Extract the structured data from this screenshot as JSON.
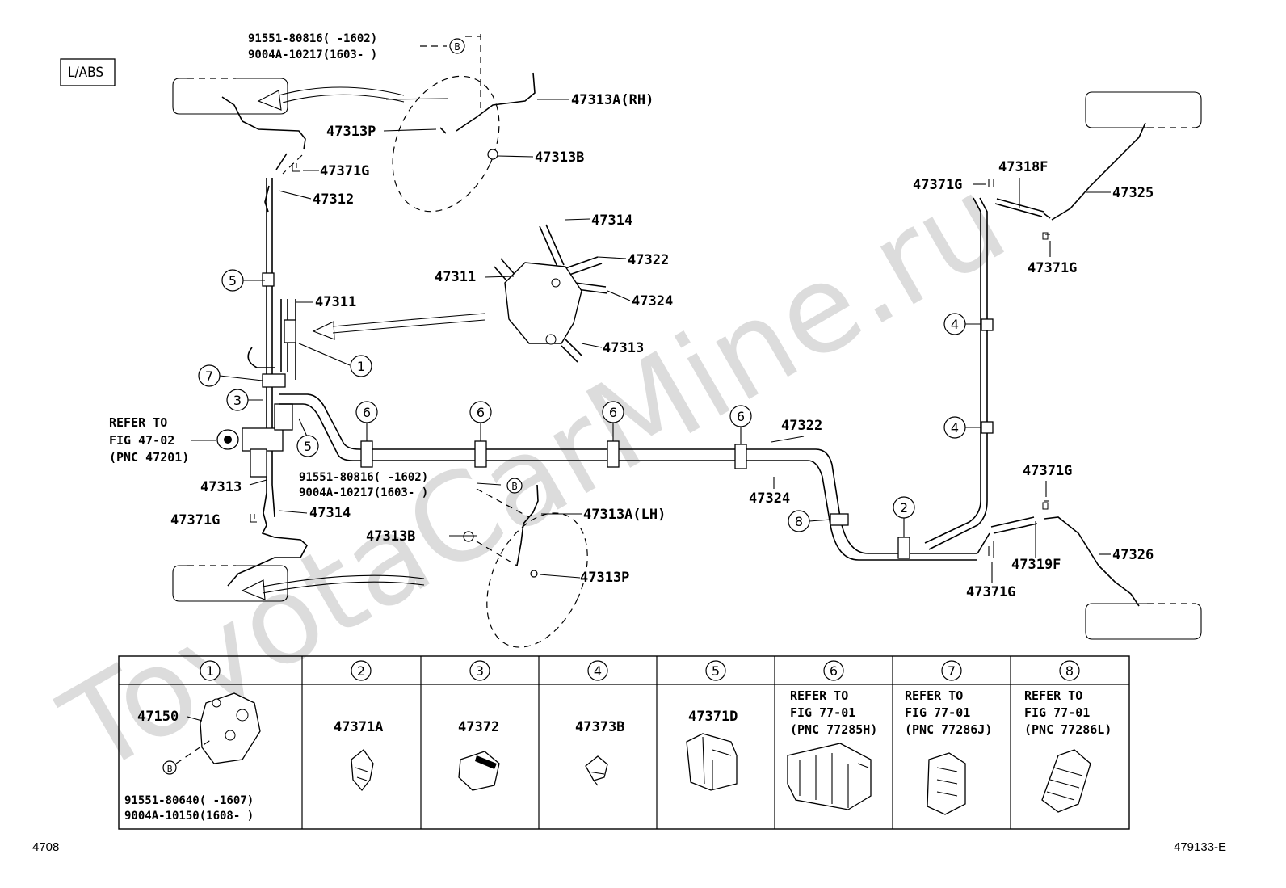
{
  "tag": "L/ABS",
  "watermark": "ToyotaCarMine.ru",
  "footer": {
    "left": "4708",
    "right": "479133-E"
  },
  "top_note": {
    "line1": "91551-80816(    -1602)",
    "line2": "9004A-10217(1603-    )",
    "mark": "B"
  },
  "mid_note": {
    "line1": "91551-80816(    -1602)",
    "line2": "9004A-10217(1603-    )",
    "mark": "B"
  },
  "refer_main": {
    "line1": "REFER TO",
    "line2": "FIG 47-02",
    "line3": "(PNC 47201)"
  },
  "labels": {
    "p47313A_RH": "47313A(RH)",
    "p47313P_top": "47313P",
    "p47313B_top": "47313B",
    "p47371G_a": "47371G",
    "p47312": "47312",
    "p47311_a": "47311",
    "p47314_detail": "47314",
    "p47322_detail": "47322",
    "p47311_detail": "47311",
    "p47324_detail": "47324",
    "p47313_detail": "47313",
    "p47322_main": "47322",
    "p47324_main": "47324",
    "p47313_left": "47313",
    "p47371G_left": "47371G",
    "p47314_left": "47314",
    "p47313A_LH": "47313A(LH)",
    "p47313B_low": "47313B",
    "p47313P_low": "47313P",
    "p47371G_r1": "47371G",
    "p47318F": "47318F",
    "p47325": "47325",
    "p47371G_r2": "47371G",
    "p47371G_r3": "47371G",
    "p47319F": "47319F",
    "p47326": "47326",
    "p47371G_r4": "47371G"
  },
  "callouts": [
    "1",
    "2",
    "3",
    "4",
    "5",
    "6",
    "7",
    "8"
  ],
  "table": {
    "headers": [
      "1",
      "2",
      "3",
      "4",
      "5",
      "6",
      "7",
      "8"
    ],
    "cells": [
      {
        "part": "47150",
        "mark": "B",
        "note1": "91551-80640(     -1607)",
        "note2": "9004A-10150(1608-      )"
      },
      {
        "part": "47371A"
      },
      {
        "part": "47372"
      },
      {
        "part": "47373B"
      },
      {
        "part": "47371D"
      },
      {
        "line1": "REFER TO",
        "line2": "FIG 77-01",
        "line3": "(PNC 77285H)"
      },
      {
        "line1": "REFER TO",
        "line2": "FIG 77-01",
        "line3": "(PNC 77286J)"
      },
      {
        "line1": "REFER TO",
        "line2": "FIG 77-01",
        "line3": "(PNC 77286L)"
      }
    ]
  }
}
